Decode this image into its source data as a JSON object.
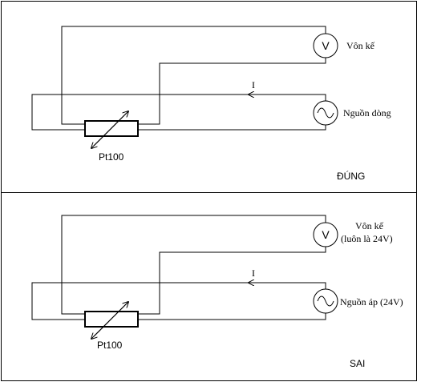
{
  "panels": [
    {
      "verdict": "ĐÚNG",
      "voltmeter": {
        "symbol": "V",
        "label": "Vôn kế",
        "sublabel": ""
      },
      "current_label": "I",
      "source": {
        "label": "Nguồn dòng"
      },
      "sensor_label": "Pt100"
    },
    {
      "verdict": "SAI",
      "voltmeter": {
        "symbol": "V",
        "label": "Vôn kế",
        "sublabel": "(luôn là 24V)"
      },
      "current_label": "I",
      "source": {
        "label": "Nguồn áp (24V)"
      },
      "sensor_label": "Pt100"
    }
  ]
}
